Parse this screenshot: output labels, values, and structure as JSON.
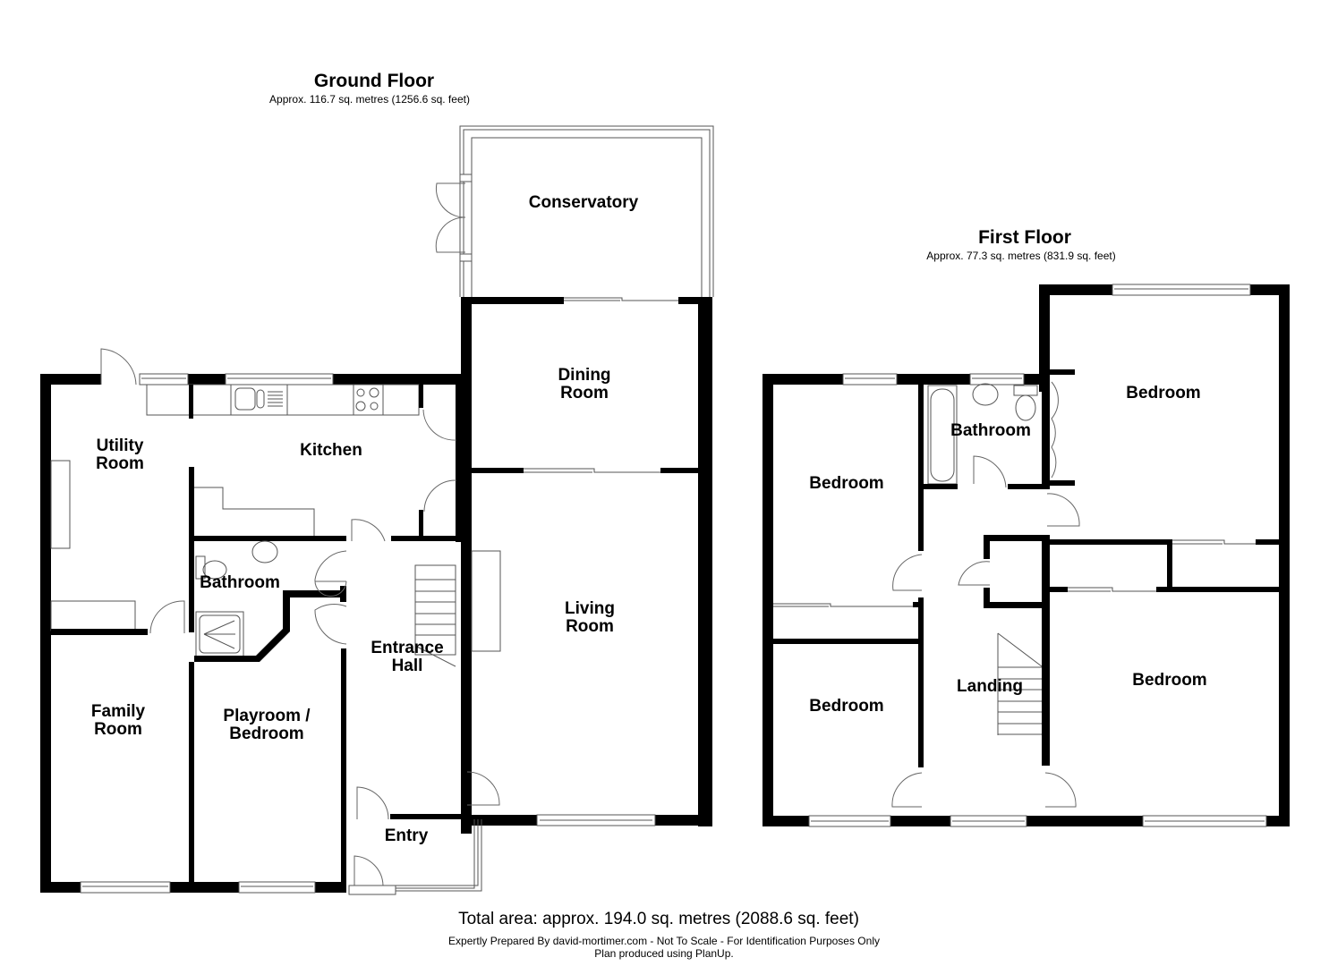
{
  "ground_floor": {
    "title": "Ground Floor",
    "area": "Approx. 116.7 sq. metres (1256.6 sq. feet)",
    "rooms": {
      "conservatory": "Conservatory",
      "dining_room": [
        "Dining",
        "Room"
      ],
      "utility_room": [
        "Utility",
        "Room"
      ],
      "kitchen": "Kitchen",
      "bathroom": "Bathroom",
      "living_room": [
        "Living",
        "Room"
      ],
      "entrance_hall": [
        "Entrance",
        "Hall"
      ],
      "family_room": [
        "Family",
        "Room"
      ],
      "playroom_bedroom": [
        "Playroom /",
        "Bedroom"
      ],
      "entry": "Entry"
    }
  },
  "first_floor": {
    "title": "First Floor",
    "area": "Approx. 77.3 sq. metres (831.9 sq. feet)",
    "rooms": {
      "bedroom_top_left": "Bedroom",
      "bathroom": "Bathroom",
      "bedroom_top_right": "Bedroom",
      "bedroom_bottom_left": "Bedroom",
      "landing": "Landing",
      "bedroom_bottom_right": "Bedroom"
    }
  },
  "footer": {
    "total_area": "Total area: approx. 194.0 sq. metres (2088.6 sq. feet)",
    "credit_line_1": "Expertly Prepared By david-mortimer.com - Not To Scale - For Identification Purposes Only",
    "credit_line_2": "Plan produced using PlanUp."
  },
  "colors": {
    "wall": "#000000",
    "fixture_line": "#555555",
    "background": "#ffffff"
  }
}
